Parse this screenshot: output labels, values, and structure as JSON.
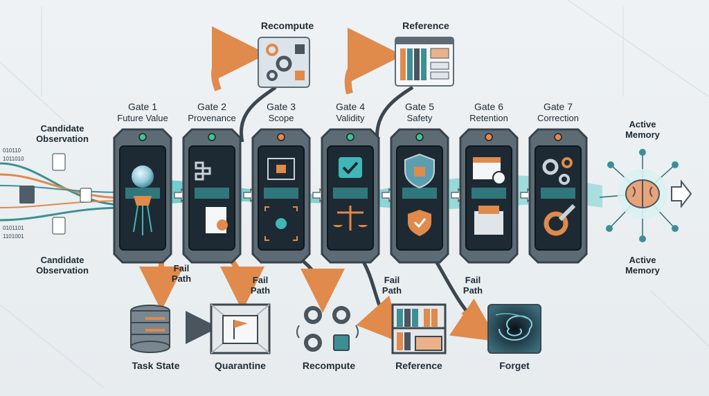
{
  "input": {
    "label_top": "Candidate\nObservation",
    "label_bottom": "Candidate\nObservation"
  },
  "output": {
    "label_top": "Active\nMemory",
    "label_bottom": "Active\nMemory"
  },
  "top_branches": {
    "recompute": "Recompute",
    "reference": "Reference"
  },
  "gates": [
    {
      "title": "Gate 1",
      "subtitle": "Future Value",
      "icon": "crystal-ball-icon"
    },
    {
      "title": "Gate 2",
      "subtitle": "Provenance",
      "icon": "chain-certificate-icon"
    },
    {
      "title": "Gate 3",
      "subtitle": "Scope",
      "icon": "focus-frame-icon"
    },
    {
      "title": "Gate 4",
      "subtitle": "Validity",
      "icon": "check-scale-icon"
    },
    {
      "title": "Gate 5",
      "subtitle": "Safety",
      "icon": "lock-shield-icon"
    },
    {
      "title": "Gate 6",
      "subtitle": "Retention",
      "icon": "calendar-archive-icon"
    },
    {
      "title": "Gate 7",
      "subtitle": "Correction",
      "icon": "gear-wrench-icon"
    }
  ],
  "fail_label": "Fail\nPath",
  "destinations": {
    "task_state": "Task State",
    "quarantine": "Quarantine",
    "recompute": "Recompute",
    "reference": "Reference",
    "forget": "Forget"
  },
  "colors": {
    "frame": "#5d6b75",
    "frame_dark": "#37434c",
    "screen": "#1e2a33",
    "teal": "#3fb7b7",
    "orange": "#e08a4c",
    "green_led": "#3fc48a",
    "orange_led": "#e8884a"
  }
}
